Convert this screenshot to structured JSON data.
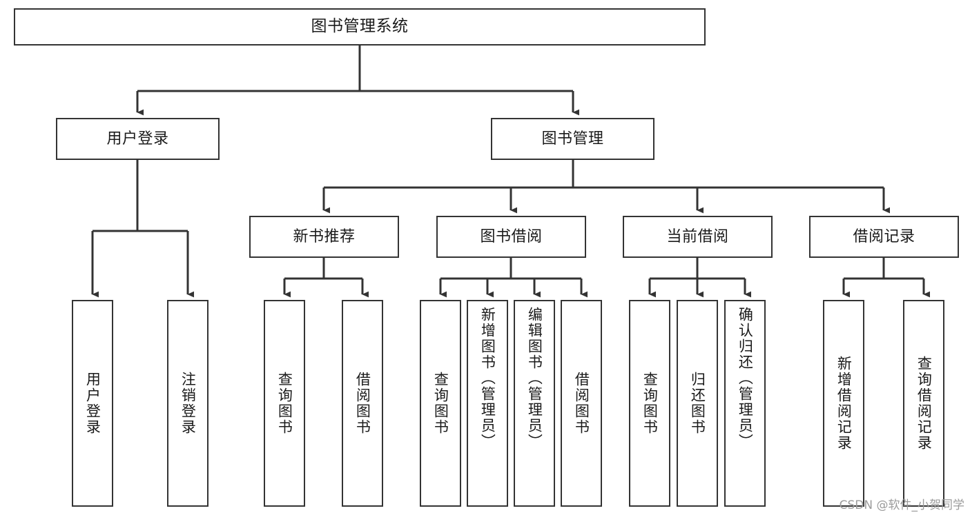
{
  "diagram": {
    "title": "图书管理系统",
    "type": "tree",
    "orientation": "top-down",
    "colors": {
      "node_border": "#333333",
      "node_fill": "#ffffff",
      "edge": "#333333",
      "text": "#1a1a1a",
      "background": "#ffffff",
      "watermark": "#9b9b9b"
    },
    "nodes": {
      "root": {
        "label": "图书管理系统",
        "level": 1
      },
      "user_login": {
        "label": "用户登录",
        "level": 2
      },
      "book_manage": {
        "label": "图书管理",
        "level": 2
      },
      "new_book_rec": {
        "label": "新书推荐",
        "level": 3
      },
      "book_borrow": {
        "label": "图书借阅",
        "level": 3
      },
      "current_borrow": {
        "label": "当前借阅",
        "level": 3
      },
      "borrow_record": {
        "label": "借阅记录",
        "level": 3
      },
      "leaf_user_login": {
        "label": "用户登录",
        "level": 4
      },
      "leaf_logout": {
        "label": "注销登录",
        "level": 4
      },
      "leaf_rec_query": {
        "label": "查询图书",
        "level": 4
      },
      "leaf_rec_borrow": {
        "label": "借阅图书",
        "level": 4
      },
      "leaf_borrow_query": {
        "label": "查询图书",
        "level": 4
      },
      "leaf_add_book": {
        "label": "新增图书（管理员）",
        "level": 4
      },
      "leaf_edit_book": {
        "label": "编辑图书（管理员）",
        "level": 4
      },
      "leaf_borrow_book": {
        "label": "借阅图书",
        "level": 4
      },
      "leaf_cur_query": {
        "label": "查询图书",
        "level": 4
      },
      "leaf_return_book": {
        "label": "归还图书",
        "level": 4
      },
      "leaf_confirm_return": {
        "label": "确认归还（管理员）",
        "level": 4
      },
      "leaf_add_record": {
        "label": "新增借阅记录",
        "level": 4
      },
      "leaf_query_record": {
        "label": "查询借阅记录",
        "level": 4
      }
    },
    "edges": [
      {
        "from": "root",
        "to": "user_login"
      },
      {
        "from": "root",
        "to": "book_manage"
      },
      {
        "from": "user_login",
        "to": "leaf_user_login"
      },
      {
        "from": "user_login",
        "to": "leaf_logout"
      },
      {
        "from": "book_manage",
        "to": "new_book_rec"
      },
      {
        "from": "book_manage",
        "to": "book_borrow"
      },
      {
        "from": "book_manage",
        "to": "current_borrow"
      },
      {
        "from": "book_manage",
        "to": "borrow_record"
      },
      {
        "from": "new_book_rec",
        "to": "leaf_rec_query"
      },
      {
        "from": "new_book_rec",
        "to": "leaf_rec_borrow"
      },
      {
        "from": "book_borrow",
        "to": "leaf_borrow_query"
      },
      {
        "from": "book_borrow",
        "to": "leaf_add_book"
      },
      {
        "from": "book_borrow",
        "to": "leaf_edit_book"
      },
      {
        "from": "book_borrow",
        "to": "leaf_borrow_book"
      },
      {
        "from": "current_borrow",
        "to": "leaf_cur_query"
      },
      {
        "from": "current_borrow",
        "to": "leaf_return_book"
      },
      {
        "from": "current_borrow",
        "to": "leaf_confirm_return"
      },
      {
        "from": "borrow_record",
        "to": "leaf_add_record"
      },
      {
        "from": "borrow_record",
        "to": "leaf_query_record"
      }
    ]
  },
  "watermark": {
    "text": "CSDN @软件_小贺同学"
  }
}
